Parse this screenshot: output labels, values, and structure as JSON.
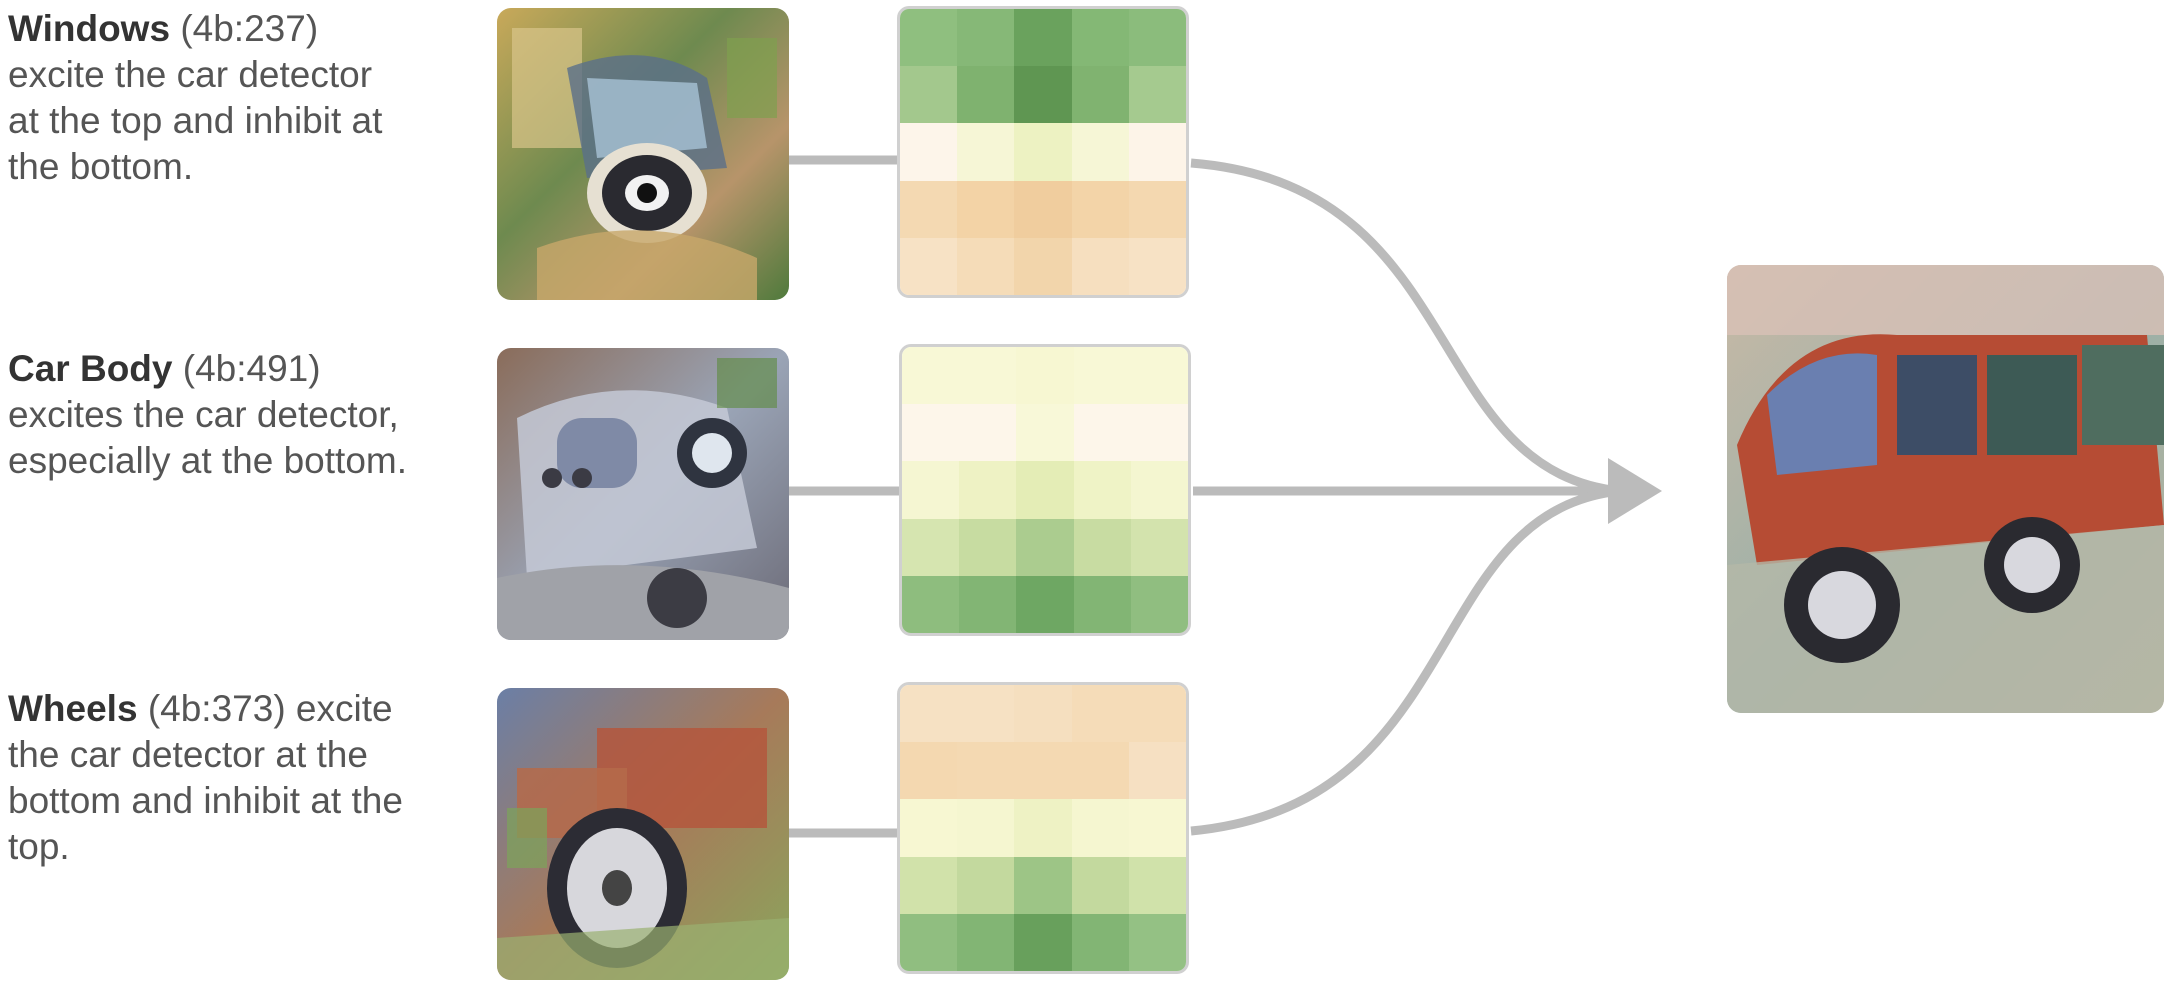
{
  "descriptions": [
    {
      "name": "Windows",
      "id": "(4b:237)",
      "text": "excite the car detector at the top and inhibit at the bottom."
    },
    {
      "name": "Car Body",
      "id": "(4b:491)",
      "text": "excites the car detector, especially at the bottom."
    },
    {
      "name": "Wheels",
      "id": "(4b:373)",
      "text": "excite the car detector at the bottom and inhibit at the top."
    }
  ],
  "colors": {
    "connector": "#bbbbbb",
    "heatmap_border": "#d0d0d0",
    "text": "#555555",
    "bold_text": "#333333"
  },
  "heatmaps": {
    "windows": [
      [
        "#8fbf7f",
        "#86b877",
        "#6aa25d",
        "#84b875",
        "#8bbc7c"
      ],
      [
        "#a3c88d",
        "#7fb26f",
        "#5f9652",
        "#80b370",
        "#a5ca8f"
      ],
      [
        "#fdf5ea",
        "#f6f6d6",
        "#edf2c2",
        "#f6f6d6",
        "#fdf4e8"
      ],
      [
        "#f4d9b2",
        "#f3d3a6",
        "#f0cd9e",
        "#f3d4a8",
        "#f4d8b0"
      ],
      [
        "#f7e2c5",
        "#f5dcb8",
        "#f2d5ab",
        "#f6dfbf",
        "#f7e2c5"
      ]
    ],
    "body": [
      [
        "#f8f8d6",
        "#f8f8d6",
        "#f7f7d2",
        "#f8f8d6",
        "#f8f8d6"
      ],
      [
        "#fdf6ea",
        "#fdf6ea",
        "#f8f8d8",
        "#fdf6ea",
        "#fdf6ea"
      ],
      [
        "#f5f6d2",
        "#eef2c4",
        "#e4edb6",
        "#eff3c6",
        "#f4f6d0"
      ],
      [
        "#d6e5b0",
        "#c7dca1",
        "#abcc8f",
        "#c8dca2",
        "#d3e3ad"
      ],
      [
        "#8ebd7e",
        "#82b574",
        "#6ea763",
        "#82b574",
        "#90be80"
      ]
    ],
    "wheels": [
      [
        "#f6e1c3",
        "#f6e1c3",
        "#f5dfbf",
        "#f5dcb8",
        "#f5dcb8"
      ],
      [
        "#f4d8b0",
        "#f4d9b2",
        "#f4d9b2",
        "#f4d9b2",
        "#f6e0c2"
      ],
      [
        "#f7f7d2",
        "#f5f6d0",
        "#eef2c4",
        "#f5f6d0",
        "#f7f7d2"
      ],
      [
        "#d1e2aa",
        "#c3d99e",
        "#9dc586",
        "#c3d99e",
        "#d0e2aa"
      ],
      [
        "#90be80",
        "#82b574",
        "#68a05c",
        "#82b574",
        "#94c184"
      ]
    ]
  }
}
